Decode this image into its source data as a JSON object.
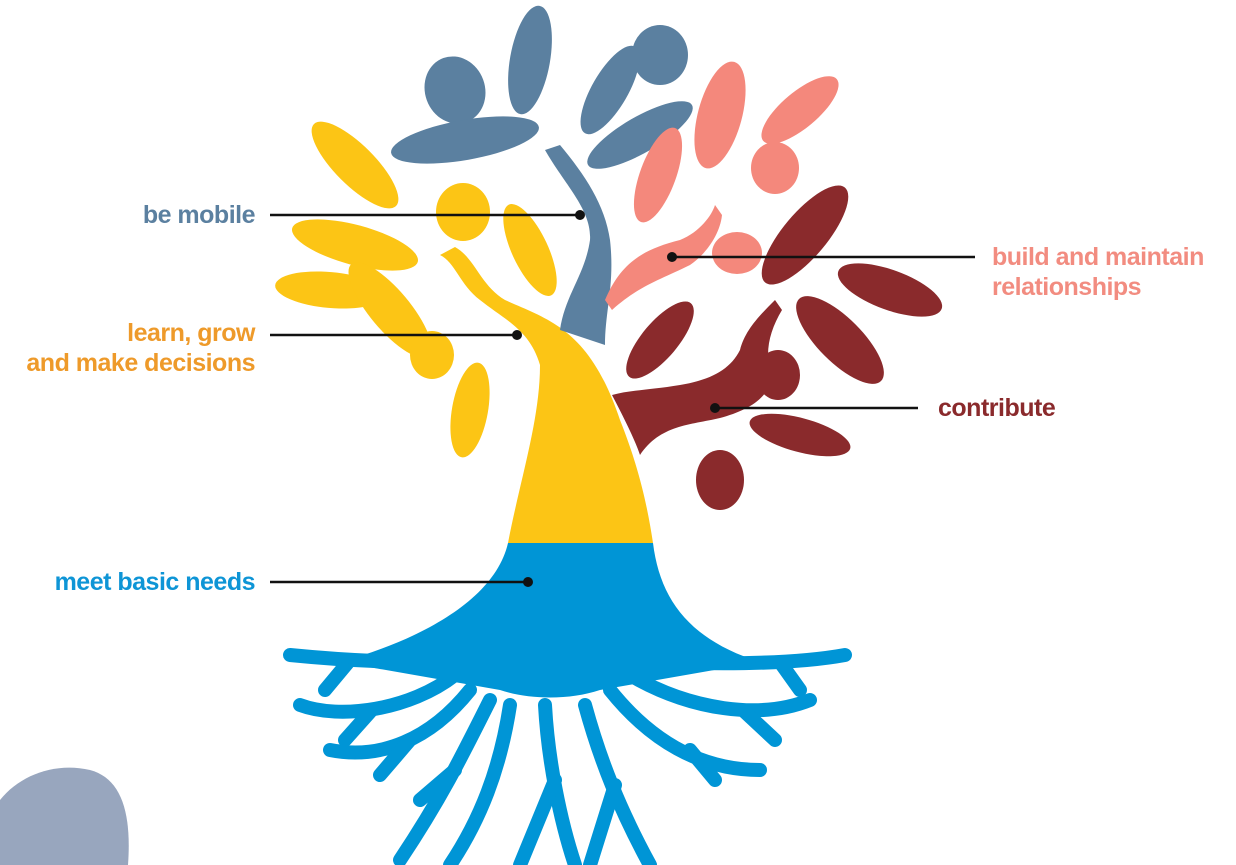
{
  "labels": {
    "be_mobile": "be mobile",
    "learn_line1": "learn, grow",
    "learn_line2": "and make decisions",
    "meet_basic_needs": "meet basic needs",
    "build_line1": "build and maintain",
    "build_line2": "relationships",
    "contribute": "contribute"
  },
  "colors": {
    "be_mobile": "#5B80A0",
    "learn": "#EE9A2A",
    "meet_basic_needs": "#0E95D6",
    "build": "#F28C80",
    "contribute": "#8A2A2C",
    "yellow": "#FCC515",
    "salmon": "#F4887C",
    "maroon": "#8A2A2C",
    "slate": "#5B80A0",
    "blue": "#0095D6",
    "leader": "#111111",
    "corner_blob": "#98A6BE"
  }
}
